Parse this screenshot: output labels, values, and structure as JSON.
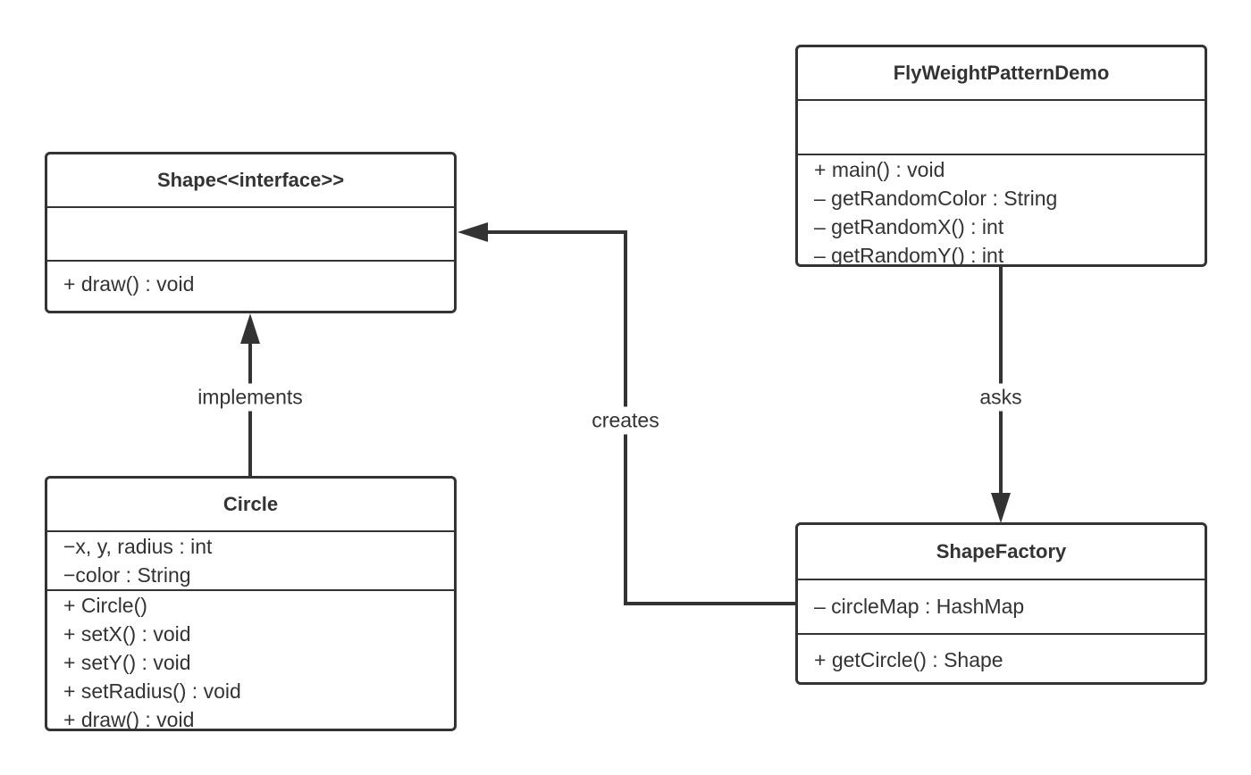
{
  "classes": {
    "shape": {
      "name": "Shape<<interface>>",
      "attributes": [],
      "methods": [
        "+ draw() : void"
      ]
    },
    "circle": {
      "name": "Circle",
      "attributes": [
        "−x, y, radius : int",
        "−color : String"
      ],
      "methods": [
        "+ Circle()",
        "+ setX() : void",
        "+ setY() : void",
        "+ setRadius() : void",
        "+ draw() : void"
      ]
    },
    "demo": {
      "name": "FlyWeightPatternDemo",
      "attributes": [],
      "methods": [
        "+ main() : void",
        "– getRandomColor : String",
        "– getRandomX() : int",
        "– getRandomY() : int"
      ]
    },
    "factory": {
      "name": "ShapeFactory",
      "attributes": [
        "– circleMap : HashMap"
      ],
      "methods": [
        "+ getCircle() : Shape"
      ]
    }
  },
  "relations": {
    "implements": "implements",
    "creates": "creates",
    "asks": "asks"
  },
  "colors": {
    "stroke": "#333333",
    "background": "#ffffff"
  }
}
